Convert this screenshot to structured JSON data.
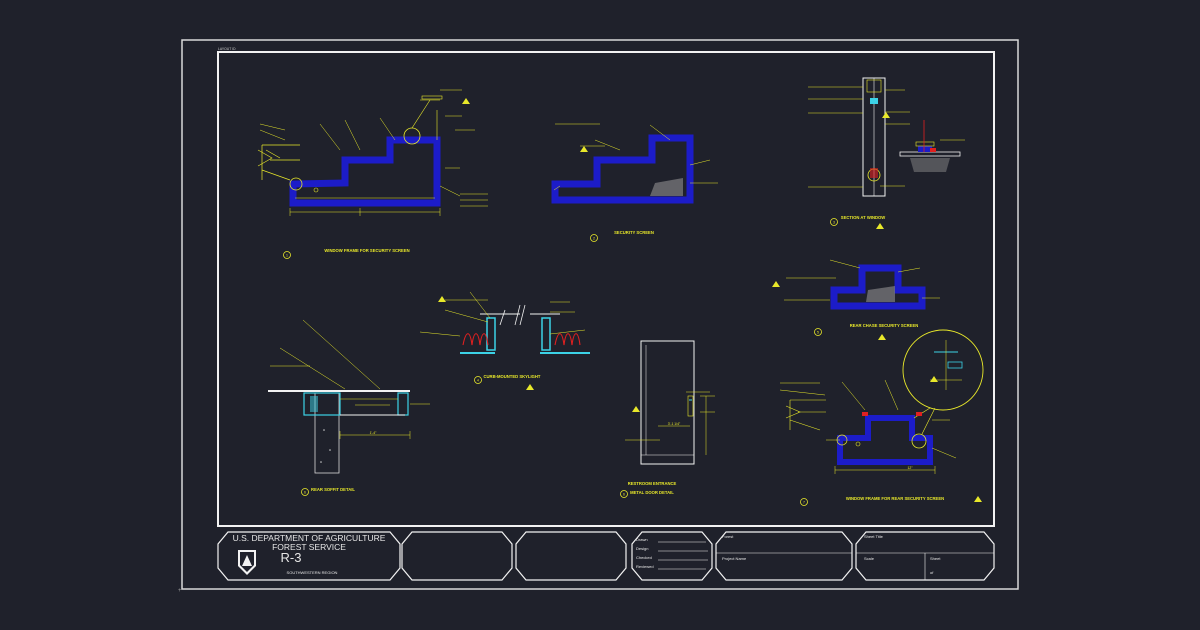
{
  "sheet": {
    "corner_label": "LAYOUT ID"
  },
  "details": {
    "d1": {
      "number": "1",
      "title": "WINDOW FRAME FOR SECURITY SCREEN"
    },
    "d2": {
      "number": "2",
      "title": "SECURITY SCREEN"
    },
    "d3": {
      "number": "3",
      "title": "SECTION AT WINDOW"
    },
    "d4": {
      "number": "4",
      "title": "CURB-MOUNTED SKYLIGHT"
    },
    "d5": {
      "number": "5",
      "title": "REAR CHASE SECURITY SCREEN"
    },
    "d6": {
      "number": "6",
      "title": "REAR SOFFIT DETAIL"
    },
    "d7": {
      "number": "6",
      "title_line1": "RESTROOM ENTRANCE",
      "title_line2": "METAL DOOR DETAIL",
      "dim": "3'-1 1/4\""
    },
    "d8": {
      "number": "7",
      "title": "WINDOW FRAME FOR REAR SECURITY SCREEN"
    },
    "soffit_dim": "1'-4\"",
    "d8_dim": "12\""
  },
  "title_block": {
    "agency_line1": "U.S. DEPARTMENT OF AGRICULTURE",
    "agency_line2": "FOREST SERVICE",
    "region_code": "R-3",
    "region_name": "SOUTHWESTERN REGION",
    "role_labels": [
      "Drawn",
      "Design",
      "Checked",
      "Reviewed"
    ],
    "forest_label": "Forest",
    "project_label": "Project Name",
    "sheet_title_label": "Sheet Title",
    "scale_label": "Scale",
    "sheet_label": "Sheet",
    "sheet_of": "of"
  },
  "colors": {
    "background": "#1f212b",
    "frame": "#d9d9d9",
    "annotation": "#e8e82a",
    "section": "#1c1cc8",
    "glass": "#3cd2e6",
    "accent_red": "#e02020"
  }
}
